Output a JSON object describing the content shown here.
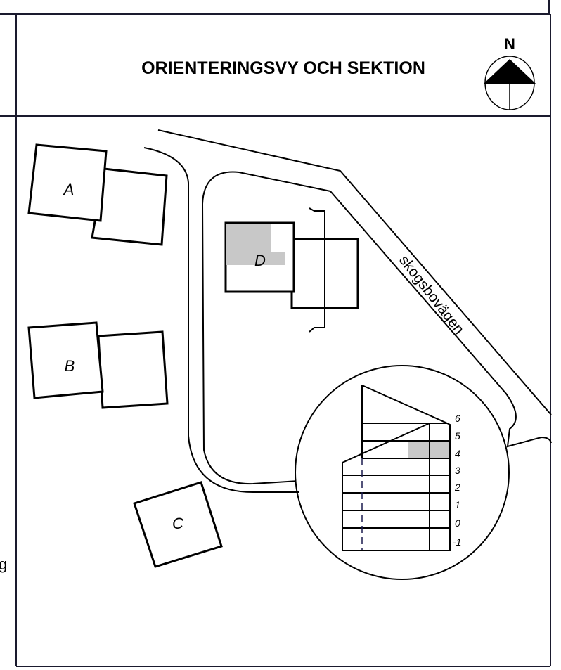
{
  "title": "ORIENTERINGSVY OCH SEKTION",
  "north_label": "N",
  "left_cut_text": "g",
  "buildings": [
    "A",
    "B",
    "C",
    "D"
  ],
  "road_label": "skogsbovägen",
  "section_levels": [
    "6",
    "5",
    "4",
    "3",
    "2",
    "1",
    "0",
    "-1"
  ],
  "highlight_level": "4",
  "colors": {
    "line": "#000000",
    "highlight": "#c8c8c8",
    "frame": "#1a1a2e"
  }
}
